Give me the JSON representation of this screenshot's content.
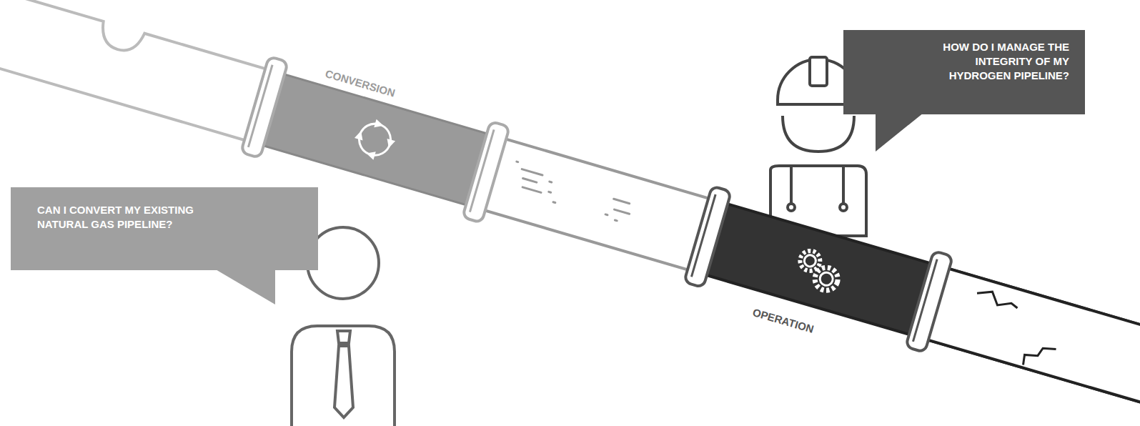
{
  "diagram": {
    "nodes": [
      {
        "text": [
          "CAN I CONVERT MY EXISTING NATURAL GAS PIPELINE?"
        ]
      },
      {
        "text": [
          "HOW DO I MANAGE THE INTEGRITY OF MY HYDROGEN PIPELINE?"
        ]
      }
    ],
    "labels": [
      "CONVERSION",
      "OPERATION"
    ]
  }
}
